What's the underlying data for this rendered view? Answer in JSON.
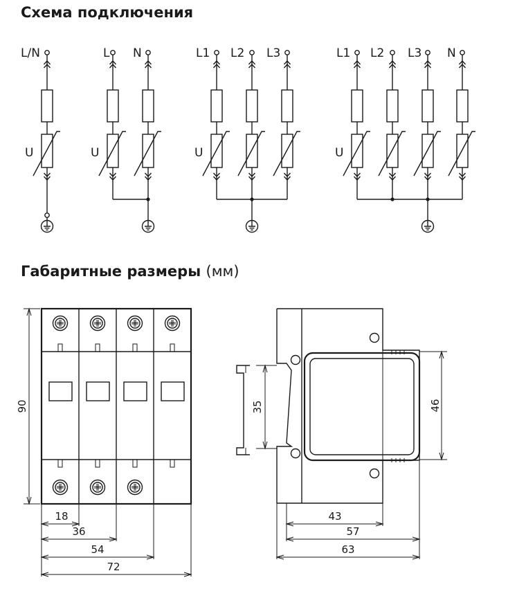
{
  "titles": {
    "wiring": "Схема подключения",
    "dimensions": "Габаритные размеры",
    "unit": "(мм)"
  },
  "schemes": {
    "s1": {
      "l1": "L/N",
      "varistor": "U"
    },
    "s2": {
      "l1": "L",
      "l2": "N",
      "varistor": "U"
    },
    "s3": {
      "l1": "L1",
      "l2": "L2",
      "l3": "L3",
      "varistor": "U"
    },
    "s4": {
      "l1": "L1",
      "l2": "L2",
      "l3": "L3",
      "l4": "N",
      "varistor": "U"
    }
  },
  "front_dims": {
    "height": "90",
    "w1": "18",
    "w2": "36",
    "w3": "54",
    "w4": "72"
  },
  "side_dims": {
    "rail": "35",
    "front": "46",
    "d1": "43",
    "d2": "57",
    "d3": "63"
  }
}
